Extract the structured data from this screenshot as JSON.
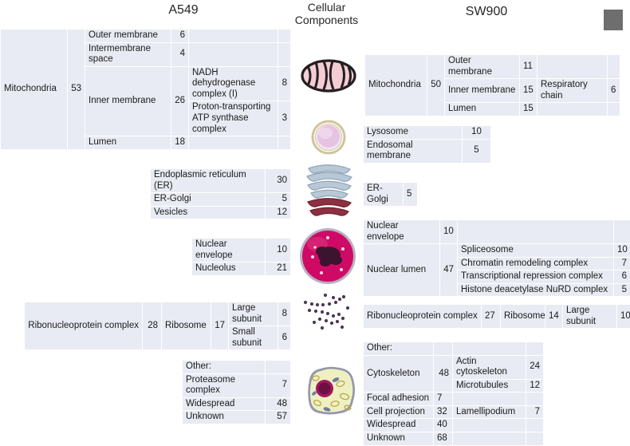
{
  "headers": {
    "left_cell_line": "A549",
    "center": "Cellular\nComponents",
    "right_cell_line": "SW900"
  },
  "colors": {
    "band_light": "#e8ebf3",
    "band_dark": "#dfe3ee",
    "corner_swatch": "#6e6e6e",
    "mitochondrion_fill": "#f4cdd4",
    "mitochondrion_outline": "#231f20",
    "lysosome_fill": "#e9c6e4",
    "lysosome_ring": "#cfc49a",
    "er_fill": "#b9c8d6",
    "golgi_fill": "#8e3040",
    "nucleus_fill": "#cf0a66",
    "nucleolus_fill": "#3c1430",
    "ribosome_dot": "#4a3a52",
    "cell_cytoplasm": "#eff0c2",
    "cell_membrane": "#8e8fa6"
  },
  "icons": {
    "mitochondrion": "mitochondrion-icon",
    "lysosome": "lysosome-icon",
    "er_golgi": "er-golgi-icon",
    "nucleus": "nucleus-icon",
    "ribosomes": "ribosomes-icon",
    "cell": "cell-icon"
  },
  "chart_data": {
    "type": "table",
    "title": "Cellular Components",
    "columns": [
      "A549",
      "Cellular Components",
      "SW900"
    ],
    "groups": [
      {
        "component": "Mitochondria",
        "icon": "mitochondrion-icon",
        "a549": {
          "parent": "Mitochondria",
          "parent_value": 53,
          "children": [
            {
              "label": "Outer membrane",
              "value": 6,
              "sub": []
            },
            {
              "label": "Intermembrane space",
              "value": 4,
              "sub": []
            },
            {
              "label": "Inner membrane",
              "value": 26,
              "sub": [
                {
                  "label": "NADH dehydrogenase complex (I)",
                  "value": 8
                },
                {
                  "label": "Proton-transporting ATP synthase complex",
                  "value": 3
                }
              ]
            },
            {
              "label": "Lumen",
              "value": 18,
              "sub": []
            }
          ]
        },
        "sw900": {
          "parent": "Mitochondria",
          "parent_value": 50,
          "children": [
            {
              "label": "Outer membrane",
              "value": 11,
              "sub": []
            },
            {
              "label": "Inner membrane",
              "value": 15,
              "sub": [
                {
                  "label": "Respiratory chain",
                  "value": 6
                }
              ]
            },
            {
              "label": "Lumen",
              "value": 15,
              "sub": []
            }
          ]
        }
      },
      {
        "component": "Lysosome / Endosome",
        "icon": "lysosome-icon",
        "a549": {
          "parent": null,
          "parent_value": null,
          "children": []
        },
        "sw900": {
          "parent": null,
          "parent_value": null,
          "children": [
            {
              "label": "Lysosome",
              "value": 10,
              "sub": []
            },
            {
              "label": "Endosomal membrane",
              "value": 5,
              "sub": []
            }
          ]
        }
      },
      {
        "component": "ER / Golgi",
        "icon": "er-golgi-icon",
        "a549": {
          "parent": null,
          "parent_value": null,
          "children": [
            {
              "label": "Endoplasmic reticulum (ER)",
              "value": 30,
              "sub": []
            },
            {
              "label": "ER-Golgi",
              "value": 5,
              "sub": []
            },
            {
              "label": "Vesicles",
              "value": 12,
              "sub": []
            }
          ]
        },
        "sw900": {
          "parent": null,
          "parent_value": null,
          "children": [
            {
              "label": "ER-Golgi",
              "value": 5,
              "sub": []
            }
          ]
        }
      },
      {
        "component": "Nucleus",
        "icon": "nucleus-icon",
        "a549": {
          "parent": null,
          "parent_value": null,
          "children": [
            {
              "label": "Nuclear envelope",
              "value": 10,
              "sub": []
            },
            {
              "label": "Nucleolus",
              "value": 21,
              "sub": []
            }
          ]
        },
        "sw900": {
          "parent": null,
          "parent_value": null,
          "children": [
            {
              "label": "Nuclear envelope",
              "value": 10,
              "sub": []
            },
            {
              "label": "Nuclear lumen",
              "value": 47,
              "sub": [
                {
                  "label": "Spliceosome",
                  "value": 10
                },
                {
                  "label": "Chromatin remodeling complex",
                  "value": 7
                },
                {
                  "label": "Transcriptional repression complex",
                  "value": 6
                },
                {
                  "label": "Histone deacetylase NuRD complex",
                  "value": 5
                }
              ]
            }
          ]
        }
      },
      {
        "component": "Ribonucleoprotein complex",
        "icon": "ribosomes-icon",
        "a549": {
          "parent": "Ribonucleoprotein complex",
          "parent_value": 28,
          "children": [
            {
              "label": "Ribosome",
              "value": 17,
              "sub": [
                {
                  "label": "Large subunit",
                  "value": 8
                },
                {
                  "label": "Small subunit",
                  "value": 6
                }
              ]
            }
          ]
        },
        "sw900": {
          "parent": "Ribonucleoprotein complex",
          "parent_value": 27,
          "children": [
            {
              "label": "Ribosome",
              "value": 14,
              "sub": [
                {
                  "label": "Large subunit",
                  "value": 10
                }
              ]
            }
          ]
        }
      },
      {
        "component": "Other",
        "icon": "cell-icon",
        "a549": {
          "parent": "Other:",
          "parent_value": null,
          "children": [
            {
              "label": "Proteasome complex",
              "value": 7,
              "sub": []
            },
            {
              "label": "Widespread",
              "value": 48,
              "sub": []
            },
            {
              "label": "Unknown",
              "value": 57,
              "sub": []
            }
          ]
        },
        "sw900": {
          "parent": "Other:",
          "parent_value": null,
          "children": [
            {
              "label": "Cytoskeleton",
              "value": 48,
              "sub": [
                {
                  "label": "Actin cytoskeleton",
                  "value": 24
                },
                {
                  "label": "Microtubules",
                  "value": 12
                }
              ]
            },
            {
              "label": "Focal adhesion",
              "value": 7,
              "sub": []
            },
            {
              "label": "Cell projection",
              "value": 32,
              "sub": [
                {
                  "label": "Lamellipodium",
                  "value": 7
                }
              ]
            },
            {
              "label": "Widespread",
              "value": 40,
              "sub": []
            },
            {
              "label": "Unknown",
              "value": 68,
              "sub": []
            }
          ]
        }
      }
    ]
  },
  "t": {
    "mito": "Mitochondria",
    "mito_a_val": "53",
    "mito_s_val": "50",
    "outer_membrane": "Outer membrane",
    "om_a": "6",
    "om_s": "11",
    "intermembrane_space": "Intermembrane space",
    "ims_a": "4",
    "inner_membrane": "Inner membrane",
    "im_a": "26",
    "im_s": "15",
    "nadh": "NADH dehydrogenase complex (I)",
    "nadh_v": "8",
    "atp_synth": "Proton-transporting ATP synthase complex",
    "atp_synth_v": "3",
    "resp_chain": "Respiratory chain",
    "resp_chain_v": "6",
    "lumen": "Lumen",
    "lumen_a": "18",
    "lumen_s": "15",
    "lysosome": "Lysosome",
    "lysosome_v": "10",
    "endosomal_membrane": "Endosomal membrane",
    "endosomal_v": "5",
    "er": "Endoplasmic reticulum (ER)",
    "er_v": "30",
    "er_golgi": "ER-Golgi",
    "er_golgi_a": "5",
    "er_golgi_s": "5",
    "vesicles": "Vesicles",
    "vesicles_v": "12",
    "nuclear_envelope": "Nuclear envelope",
    "ne_a": "10",
    "ne_s": "10",
    "nucleolus": "Nucleolus",
    "nucleolus_v": "21",
    "nuclear_lumen": "Nuclear lumen",
    "nl_v": "47",
    "spliceosome": "Spliceosome",
    "spliceosome_v": "10",
    "chromatin": "Chromatin remodeling complex",
    "chromatin_v": "7",
    "transcr_repr": "Transcriptional repression complex",
    "transcr_repr_v": "6",
    "hdac_nurd": "Histone deacetylase NuRD complex",
    "hdac_nurd_v": "5",
    "rnp": "Ribonucleoprotein complex",
    "rnp_a": "28",
    "rnp_s": "27",
    "ribosome": "Ribosome",
    "ribo_a": "17",
    "ribo_s": "14",
    "large_subunit": "Large subunit",
    "ls_a": "8",
    "ls_s": "10",
    "small_subunit": "Small subunit",
    "ss_a": "6",
    "other": "Other:",
    "proteasome": "Proteasome complex",
    "proteasome_v": "7",
    "widespread": "Widespread",
    "widespread_a": "48",
    "widespread_s": "40",
    "unknown": "Unknown",
    "unknown_a": "57",
    "unknown_s": "68",
    "cytoskeleton": "Cytoskeleton",
    "cytoskeleton_v": "48",
    "actin": "Actin cytoskeleton",
    "actin_v": "24",
    "microtubules": "Microtubules",
    "microtubules_v": "12",
    "focal_adhesion": "Focal adhesion",
    "focal_adhesion_v": "7",
    "cell_projection": "Cell projection",
    "cell_projection_v": "32",
    "lamellipodium": "Lamellipodium",
    "lamellipodium_v": "7"
  }
}
